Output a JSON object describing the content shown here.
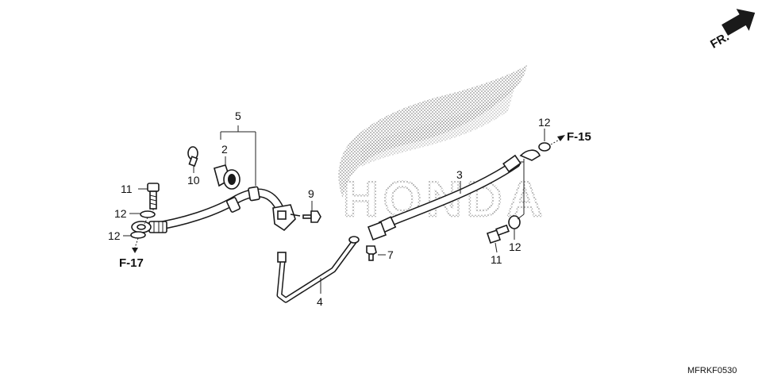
{
  "diagram_code": "MFRKF0530",
  "direction_label": "FR.",
  "watermark_text": "HONDA",
  "references": {
    "front": "F-15",
    "rear": "F-17"
  },
  "callouts": {
    "c5": "5",
    "c2": "2",
    "c10": "10",
    "c11_left": "11",
    "c12_left_top": "12",
    "c12_left_bottom": "12",
    "c9": "9",
    "c3": "3",
    "c4": "4",
    "c7": "7",
    "c12_right_top": "12",
    "c11_right": "11",
    "c12_right_bottom": "12"
  },
  "colors": {
    "ink": "#1a1a1a",
    "watermark_dots": "#6e6e6e",
    "background": "#ffffff"
  },
  "icons": [
    "direction-arrow-icon",
    "reference-arrow-icon",
    "honda-wing-logo"
  ]
}
